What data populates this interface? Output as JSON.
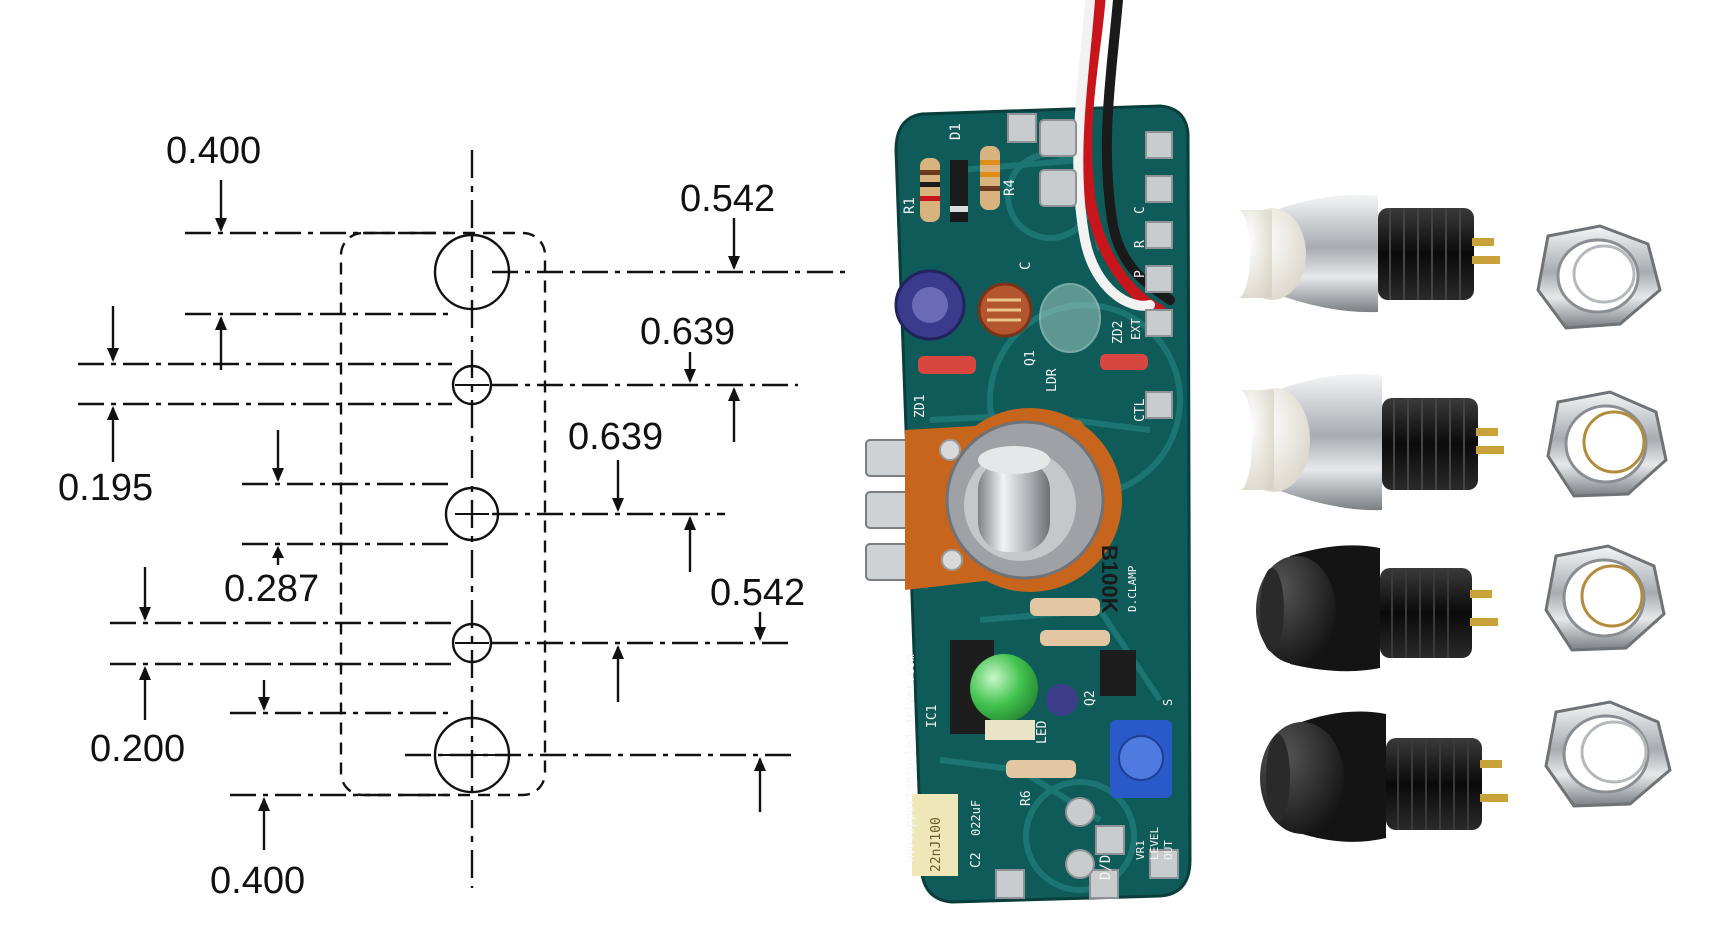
{
  "drawing": {
    "labels": {
      "top_width": "0.400",
      "right_top": "0.542",
      "right_second": "0.639",
      "left_small_top": "0.195",
      "center_mid": "0.639",
      "left_mid": "0.287",
      "right_lower": "0.542",
      "left_lower": "0.200",
      "bottom_width": "0.400"
    }
  },
  "pcb": {
    "silkscreen": {
      "r1": "R1",
      "d1": "D1",
      "r4": "R4",
      "c_top": "C",
      "c_right": "C",
      "r_right": "R",
      "p_right": "P",
      "zd2": "ZD2",
      "ext": "EXT",
      "q1": "Q1",
      "ldr": "LDR",
      "zd1": "ZD1",
      "ctl": "CTL",
      "pot_value": "B100K",
      "d_clamp": "D.CLAMP",
      "email": "support@ntp-led-driver.com",
      "rev": "RV0",
      "ic1": "IC1",
      "led": "LED",
      "q2": "Q2",
      "s": "S",
      "r6": "R6",
      "c2": "C2",
      "c2_value": "022uF",
      "cap_marking": "22nJ100",
      "dd": "D/D",
      "vr1": "VR1",
      "level": "LEVEL",
      "out": "OUT"
    }
  },
  "colors": {
    "pcb_green": "#0f5b5a",
    "trace_green": "#1f7876",
    "silver": "#c9cccf",
    "button_black": "#151515",
    "wire_red": "#c8141b",
    "led_green": "#3fc04c",
    "trimmer_blue": "#2a59c9",
    "pot_orange": "#c7651c"
  }
}
